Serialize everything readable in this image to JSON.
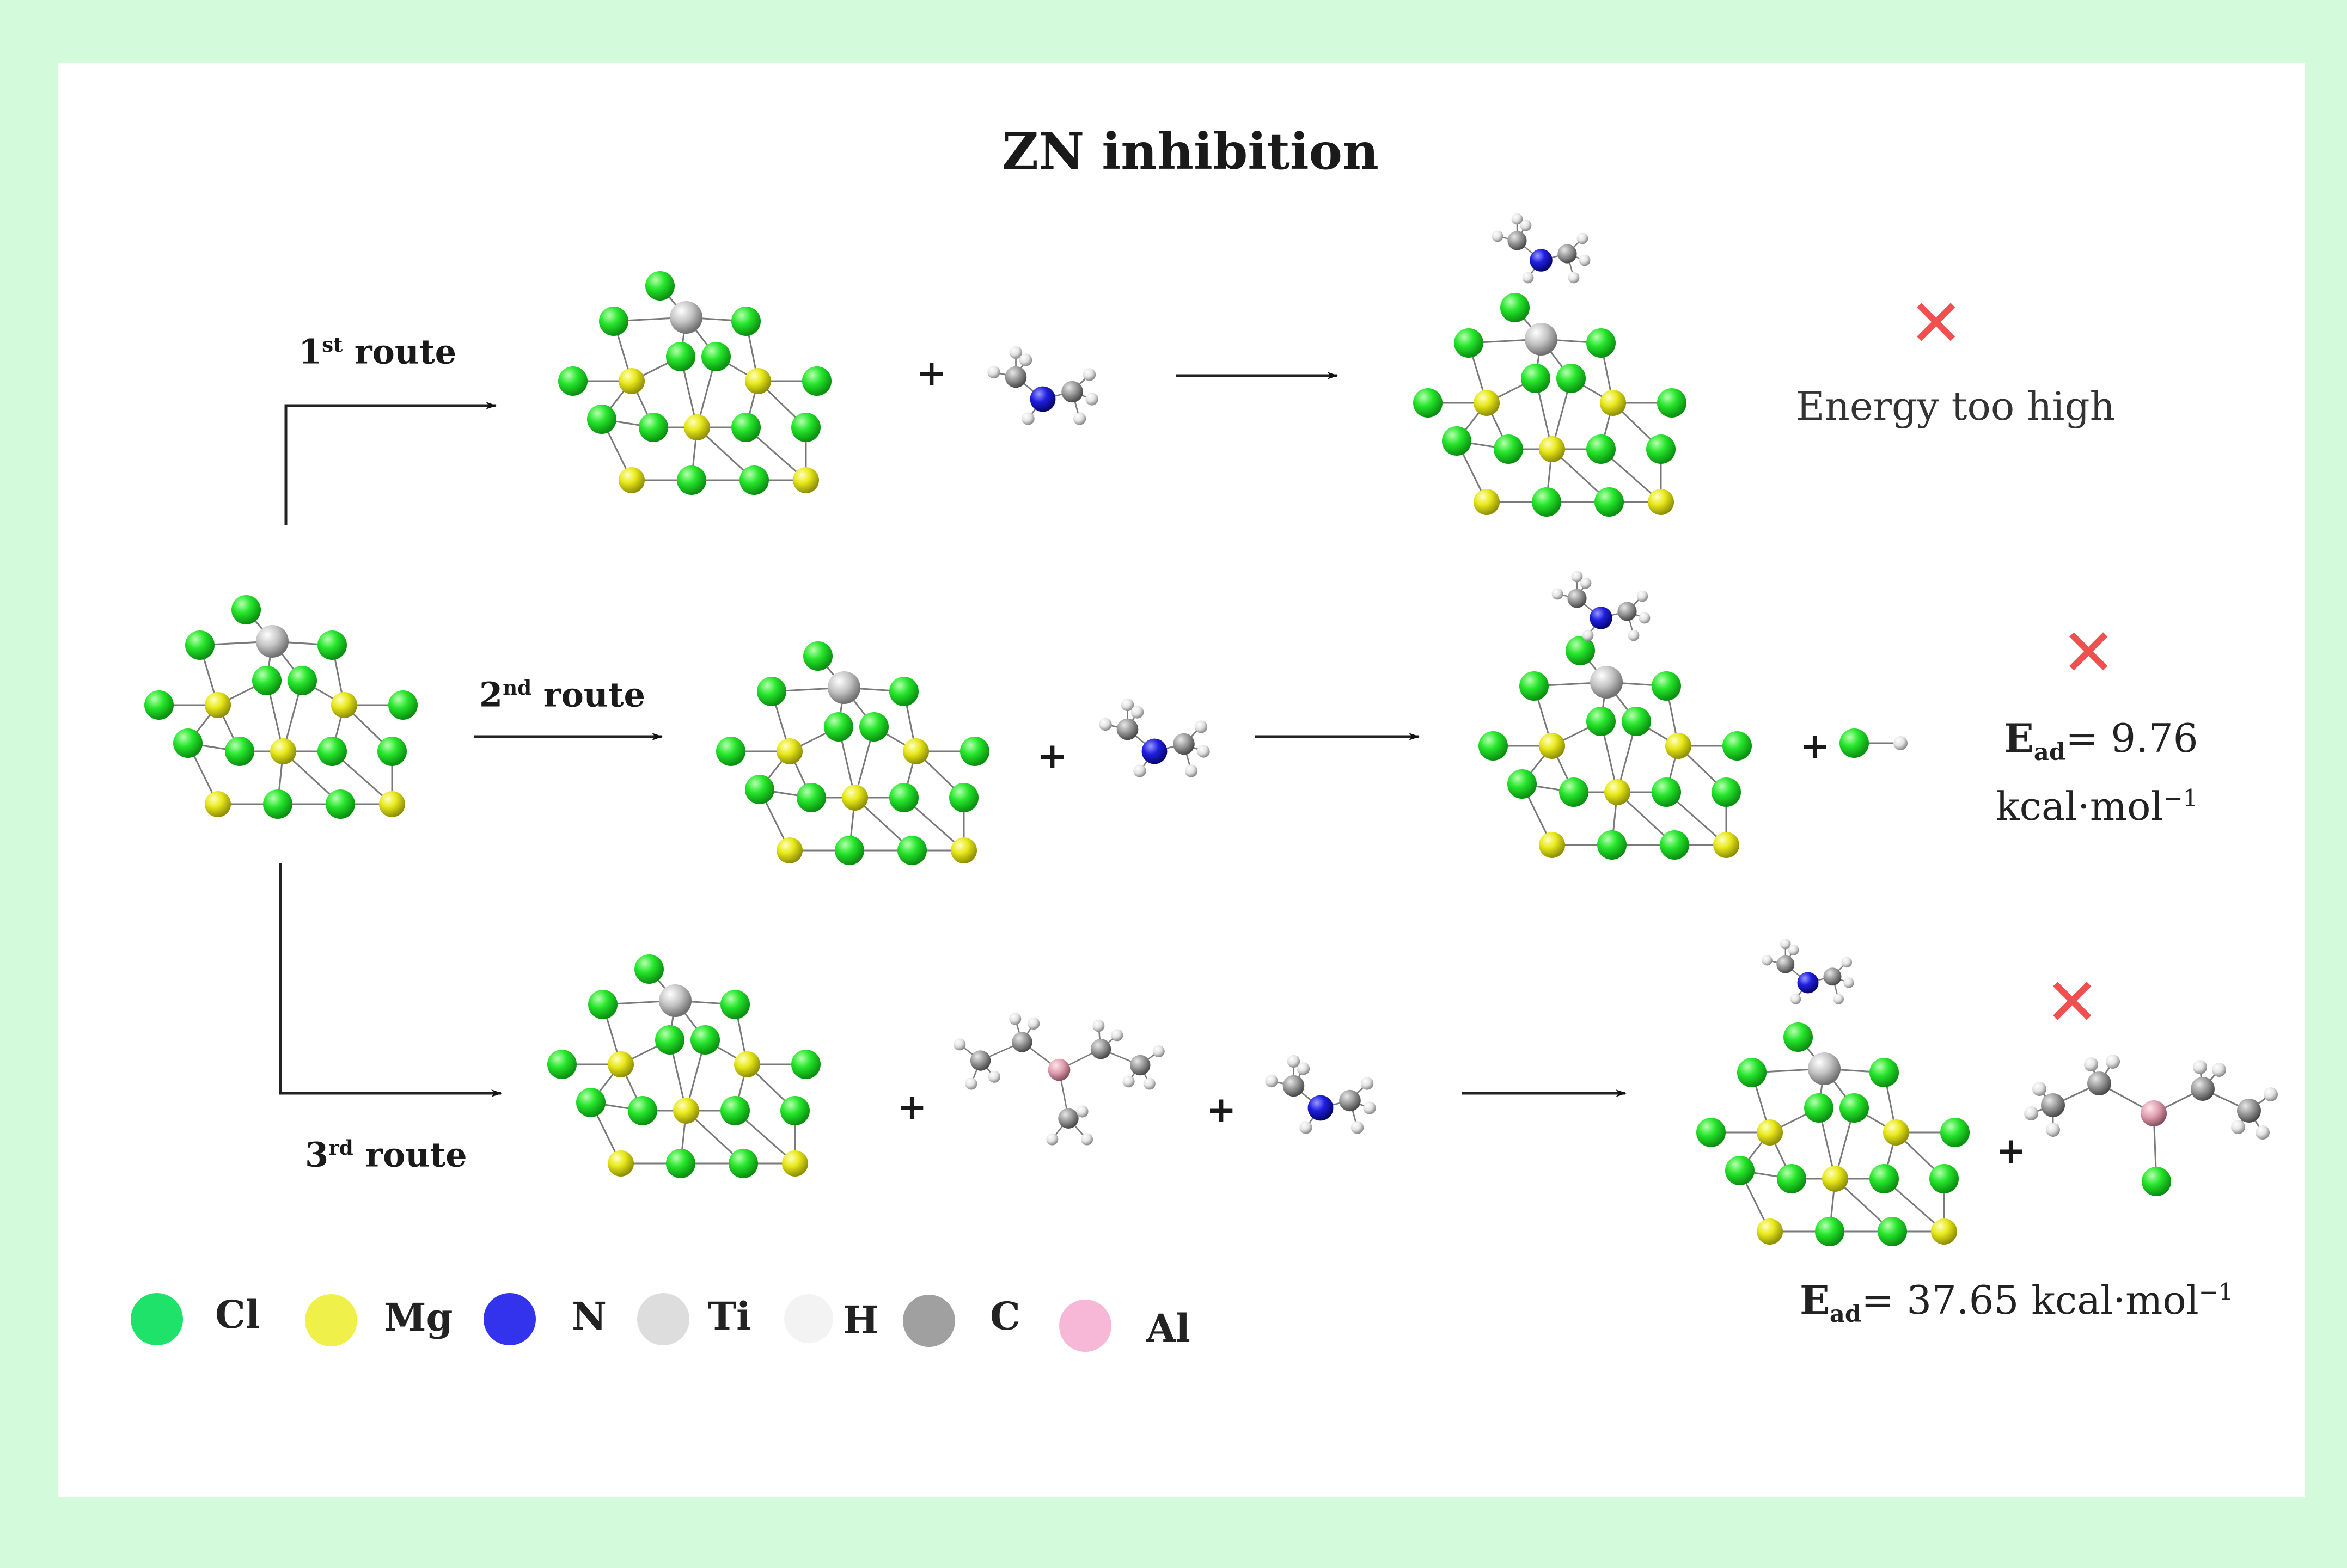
{
  "title": "ZN inhibition",
  "routes": [
    {
      "num": "1",
      "suffix": "st",
      "word": "route"
    },
    {
      "num": "2",
      "suffix": "nd",
      "word": "route"
    },
    {
      "num": "3",
      "suffix": "rd",
      "word": "route"
    }
  ],
  "plus": "+",
  "outcomes": {
    "route1_note": "Energy too high",
    "route2_energy_prefix": "E",
    "route2_energy_sub": "ad",
    "route2_energy_value": "= 9.76",
    "route2_energy_unit": "kcal·mol",
    "route2_energy_exp": "−1",
    "route3_energy_prefix": "E",
    "route3_energy_sub": "ad",
    "route3_energy_value": "= 37.65 kcal·mol",
    "route3_energy_exp": "−1",
    "cross_icon": "cross-icon"
  },
  "legend": [
    {
      "label": "Cl",
      "color": "#1ee26a"
    },
    {
      "label": "Mg",
      "color": "#f0f04a"
    },
    {
      "label": "N",
      "color": "#3333ee"
    },
    {
      "label": "Ti",
      "color": "#dddddd"
    },
    {
      "label": "H",
      "color": "#f3f3f3"
    },
    {
      "label": "C",
      "color": "#a0a0a0"
    },
    {
      "label": "Al",
      "color": "#f7b8d8"
    }
  ],
  "atom_colors": {
    "Cl": "#13d91a",
    "Mg": "#e0e012",
    "N": "#1a1aee",
    "Ti": "#c8c8c8",
    "H": "#e6e6e6",
    "C": "#9a9a9a",
    "Al": "#e8a8b8",
    "cross": "#f25050"
  }
}
